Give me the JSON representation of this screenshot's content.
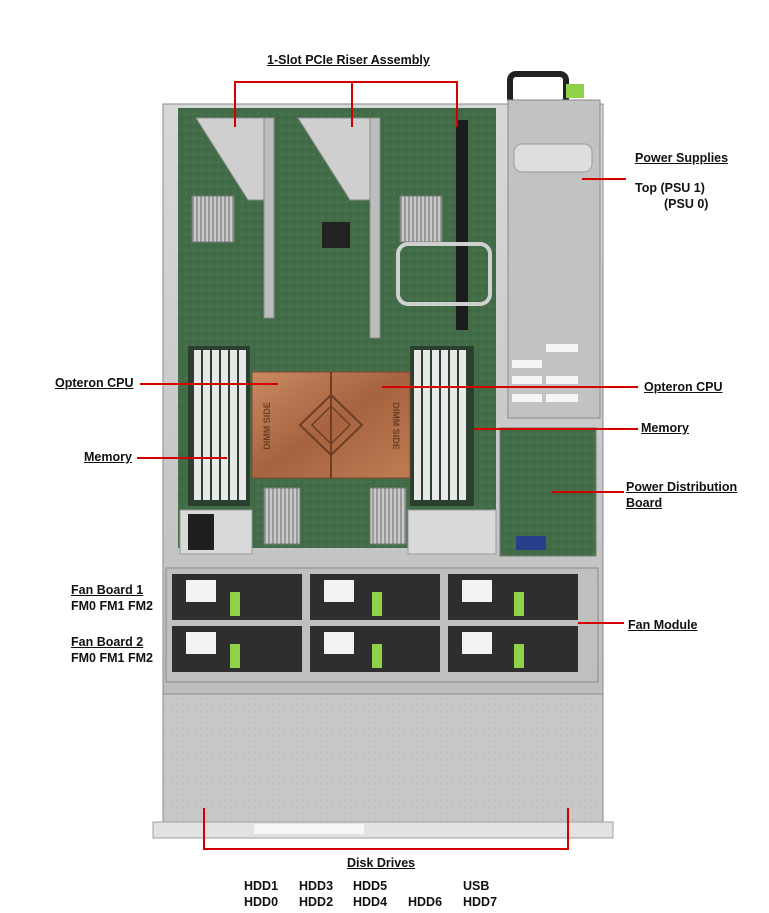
{
  "diagram": {
    "labels": {
      "riser": "1-Slot PCIe Riser Assembly",
      "power_supplies": "Power Supplies",
      "psu_top": "Top (PSU 1)",
      "psu_bottom": "(PSU 0)",
      "cpu_left": "Opteron CPU",
      "cpu_right": "Opteron CPU",
      "memory_left": "Memory",
      "memory_right": "Memory",
      "pdb_line1": "Power Distribution",
      "pdb_line2": "Board",
      "fan_board_1": "Fan Board 1",
      "fan_board_1_fans": "FM0 FM1 FM2",
      "fan_board_2": "Fan Board 2",
      "fan_board_2_fans": "FM0 FM1 FM2",
      "fan_module": "Fan Module",
      "disk_drives": "Disk Drives",
      "hdd1": "HDD1",
      "hdd3": "HDD3",
      "hdd5": "HDD5",
      "usb": "USB",
      "hdd0": "HDD0",
      "hdd2": "HDD2",
      "hdd4": "HDD4",
      "hdd6": "HDD6",
      "hdd7": "HDD7"
    },
    "heatsink_text": "DIMM SIDE",
    "colors": {
      "leader": "#d40000",
      "board": "#3f6a45",
      "chassis": "#c9c9c9",
      "copper": "#b2714a",
      "fan": "#2e2e2e",
      "fan_tab": "#8fd24a"
    }
  }
}
